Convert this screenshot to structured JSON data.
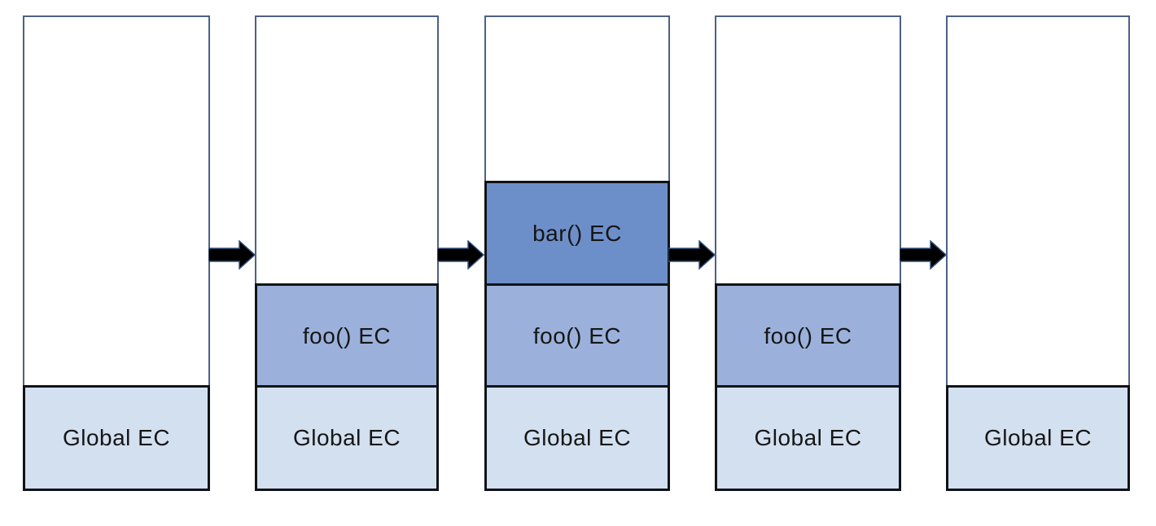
{
  "diagram": {
    "kind": "call-stack-sequence",
    "steps": 5,
    "arrow_count": 4
  },
  "labels": {
    "global": "Global EC",
    "foo": "foo() EC",
    "bar": "bar() EC"
  },
  "stacks": [
    {
      "name": "step-1",
      "boxes": [
        {
          "level": "global",
          "label": "Global EC"
        }
      ]
    },
    {
      "name": "step-2",
      "boxes": [
        {
          "level": "foo",
          "label": "foo() EC"
        },
        {
          "level": "global",
          "label": "Global EC"
        }
      ]
    },
    {
      "name": "step-3",
      "boxes": [
        {
          "level": "bar",
          "label": "bar() EC"
        },
        {
          "level": "foo",
          "label": "foo() EC"
        },
        {
          "level": "global",
          "label": "Global EC"
        }
      ]
    },
    {
      "name": "step-4",
      "boxes": [
        {
          "level": "foo",
          "label": "foo() EC"
        },
        {
          "level": "global",
          "label": "Global EC"
        }
      ]
    },
    {
      "name": "step-5",
      "boxes": [
        {
          "level": "global",
          "label": "Global EC"
        }
      ]
    }
  ],
  "arrows": [
    {
      "name": "arrow-step1-step2",
      "direction": "right"
    },
    {
      "name": "arrow-step2-step3",
      "direction": "right"
    },
    {
      "name": "arrow-step3-step4",
      "direction": "right"
    },
    {
      "name": "arrow-step4-step5",
      "direction": "right"
    }
  ],
  "colors": {
    "global_fill": "#d3e0f0",
    "foo_fill": "#9bb1db",
    "bar_fill": "#6d8fc9",
    "stack_border": "#4d6183",
    "box_border": "#101317",
    "arrow_fill": "#000000",
    "arrow_outline": "#31517e",
    "text": "#161616",
    "background": "#ffffff"
  }
}
